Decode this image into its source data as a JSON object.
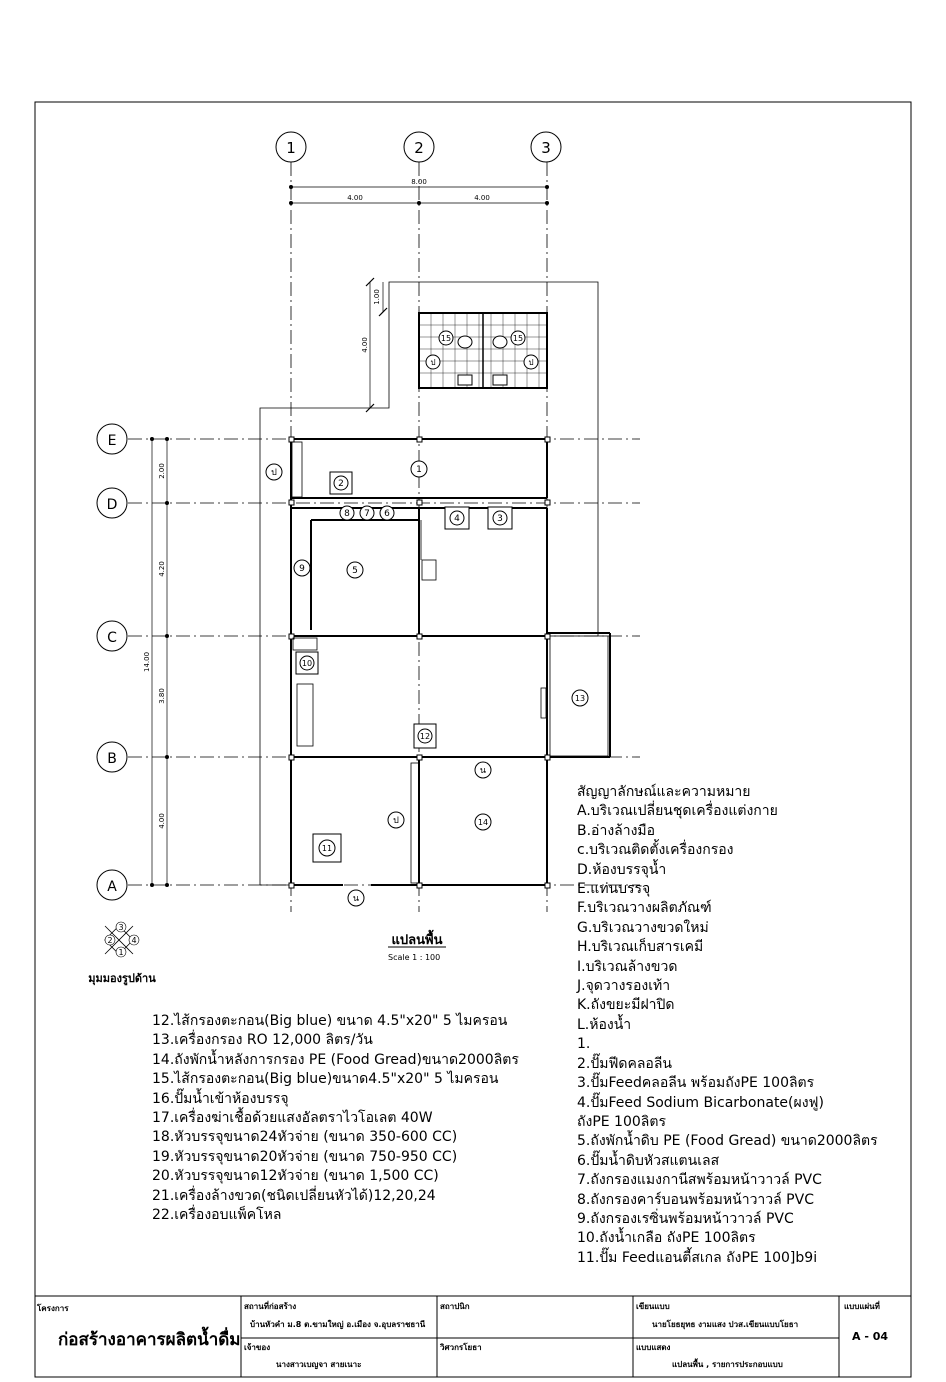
{
  "grid": {
    "columns": [
      "1",
      "2",
      "3"
    ],
    "rows": [
      "E",
      "D",
      "C",
      "B",
      "A"
    ]
  },
  "dimensions": {
    "overall_width": "8.00",
    "bay_1_2": "4.00",
    "bay_2_3": "4.00",
    "overall_depth": "14.00",
    "span_e_d": "2.00",
    "span_d_c": "4.20",
    "span_c_b": "3.80",
    "span_b_a": "4.00",
    "toilet_depth": "4.00",
    "toilet_offset": "1.00"
  },
  "plan_tags": {
    "t1": "1",
    "t2": "2",
    "t3": "3",
    "t4": "4",
    "t5": "5",
    "t6": "6",
    "t7": "7",
    "t8": "8",
    "t9": "9",
    "t10": "10",
    "t11": "11",
    "t12": "12",
    "t13": "13",
    "t14": "14",
    "t15a": "15",
    "t15b": "15",
    "p1": "ป",
    "p2": "ป",
    "p3": "ป",
    "p4": "ป",
    "n1": "น",
    "n2": "น"
  },
  "compass": {
    "n1": "1",
    "n2": "2",
    "n3": "3",
    "n4": "4",
    "caption": "มุมมองรูปด้าน"
  },
  "plan_title": {
    "title": "แปลนพื้น",
    "scale": "Scale   1 : 100"
  },
  "legend_right": {
    "heading": "สัญญาลักษณ์และความหมาย",
    "items": [
      "A.บริเวณเปลี่ยนชุดเครื่องแต่งกาย",
      "B.อ่างล้างมือ",
      "c.บริเวณติดตั้งเครื่องกรอง",
      "D.ห้องบรรจุน้ำ",
      "E.แท่นบรรจุ",
      "F.บริเวณวางผลิตภัณฑ์",
      "G.บริเวณวางขวดใหม่",
      "H.บริเวณเก็บสารเคมี",
      "I.บริเวณล้างขวด",
      "J.จุดวางรองเท้า",
      "K.ถังขยะมีฝาปิด",
      "L.ห้องน้ำ",
      "1.",
      "2.ปั๊มฟีดคลอลีน",
      "3.ปั๊มFeedคลอลีน พร้อมถังPE 100ลิตร",
      "4.ปั๊มFeed Sodium Bicarbonate(ผงฟู)",
      "   ถังPE 100ลิตร",
      "5.ถังพักน้ำดิบ PE (Food Gread) ขนาด2000ลิตร",
      "6.ปั๊มน้ำดิบหัวสแตนเลส",
      "7.ถังกรองแมงกานีสพร้อมหน้าวาวล์ PVC",
      "8.ถังกรองคาร์บอนพร้อมหน้าวาวล์ PVC",
      "9.ถังกรองเรซิ่นพร้อมหน้าวาวล์ PVC",
      "10.ถังน้ำเกลือ ถังPE 100ลิตร",
      "11.ปั๊ม Feedแอนตี้สเกล ถังPE 100]b9i"
    ]
  },
  "legend_left": {
    "items": [
      "12.ไส้กรองตะกอน(Big blue) ขนาด 4.5\"x20\" 5 ไมครอน",
      "13.เครื่องกรอง RO 12,000 ลิตร/วัน",
      "14.ถังพักน้ำหลังการกรอง PE (Food Gread)ขนาด2000ลิตร",
      "15.ไส้กรองตะกอน(Big blue)ขนาด4.5\"x20\" 5 ไมครอน",
      "16.ปั๊มน้ำเข้าห้องบรรจุ",
      "17.เครื่องฆ่าเชื้อด้วยแสงอัลตราไวโอเลต 40W",
      "18.หัวบรรจุขนาด24หัวจ่าย (ขนาด 350-600 CC)",
      "19.หัวบรรจุขนาด20หัวจ่าย (ขนาด 750-950 CC)",
      "20.หัวบรรจุขนาด12หัวจ่าย (ขนาด 1,500 CC)",
      "21.เครื่องล้างขวด(ชนิดเปลี่ยนหัวได้)12,20,24",
      "22.เครื่องอบแพ็คโหล"
    ]
  },
  "title_block": {
    "project_label": "โครงการ",
    "project_name": "ก่อสร้างอาคารผลิตน้ำดื่ม",
    "site_label": "สถานที่ก่อสร้าง",
    "site_value": "บ้านหัวคำ ม.8 ต.ขามใหญ่ อ.เมือง จ.อุบลราชธานี",
    "owner_label": "เจ้าของ",
    "owner_value": "นางสาวเบญจา สายเนาะ",
    "architect_label": "สถาปนิก",
    "engineer_label": "วิศวกรโยธา",
    "designer_label": "เขียนแบบ",
    "designer_value": "นายโยธยุทธ งามแสง ปวส.เขียนแบบโยธา",
    "drawing_label": "แบบแสดง",
    "drawing_value": "แปลนพื้น , รายการประกอบแบบ",
    "sheet_label": "แบบแผ่นที่",
    "sheet_value": "A - 04"
  }
}
